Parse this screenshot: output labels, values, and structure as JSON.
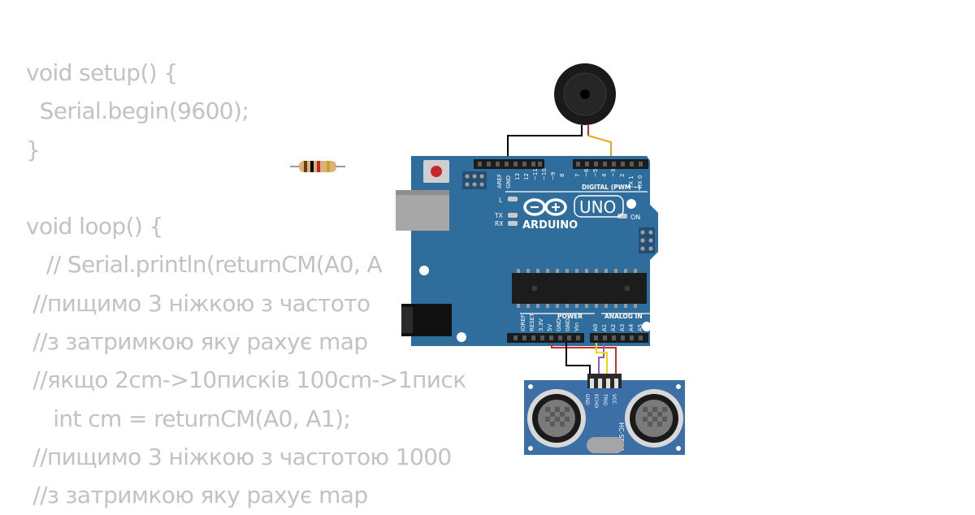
{
  "code_lines": [
    "void setup() {",
    "  Serial.begin(9600);",
    "}",
    "",
    "void loop() {",
    "   // Serial.println(returnCM(A0, A",
    " //пищимо 3 ніжкою з частото",
    " //з затримкою яку рахує map",
    " //якщо 2cm->10писків 100cm->1писк",
    "    int cm = returnCM(A0, A1);",
    " //пищимо 3 ніжкою з частотою 1000",
    " //з затримкою яку рахує map"
  ],
  "arduino": {
    "brand": "ARDUINO",
    "model": "UNO",
    "digital_header": "DIGITAL (PWM ~)",
    "power_header": "POWER",
    "analog_header": "ANALOG IN",
    "on_label": "ON",
    "l_label": "L",
    "tx_label": "TX",
    "rx_label": "RX",
    "digital_pins_left": [
      "AREF",
      "GND",
      "13",
      "12",
      "~11",
      "~10",
      "~9",
      "8"
    ],
    "digital_pins_right": [
      "7",
      "~6",
      "~5",
      "4",
      "~3",
      "2",
      "TX 1",
      "RX 0"
    ],
    "power_pins": [
      "IOREF",
      "RESET",
      "3.3V",
      "5V",
      "GND",
      "GND",
      "Vin"
    ],
    "analog_pins": [
      "A0",
      "A1",
      "A2",
      "A3",
      "A4",
      "A5"
    ],
    "board_color": "#2f6d9c"
  },
  "sensor": {
    "model": "HC-SR04",
    "pins": [
      "GND",
      "ECHO",
      "TRIG",
      "VCC"
    ],
    "board_color": "#3b6fa5"
  },
  "wire_colors": {
    "ground": "#000000",
    "signal": "#e6a817",
    "power": "#d42a2a",
    "echo": "#9b59b6",
    "trig": "#f2d600"
  }
}
